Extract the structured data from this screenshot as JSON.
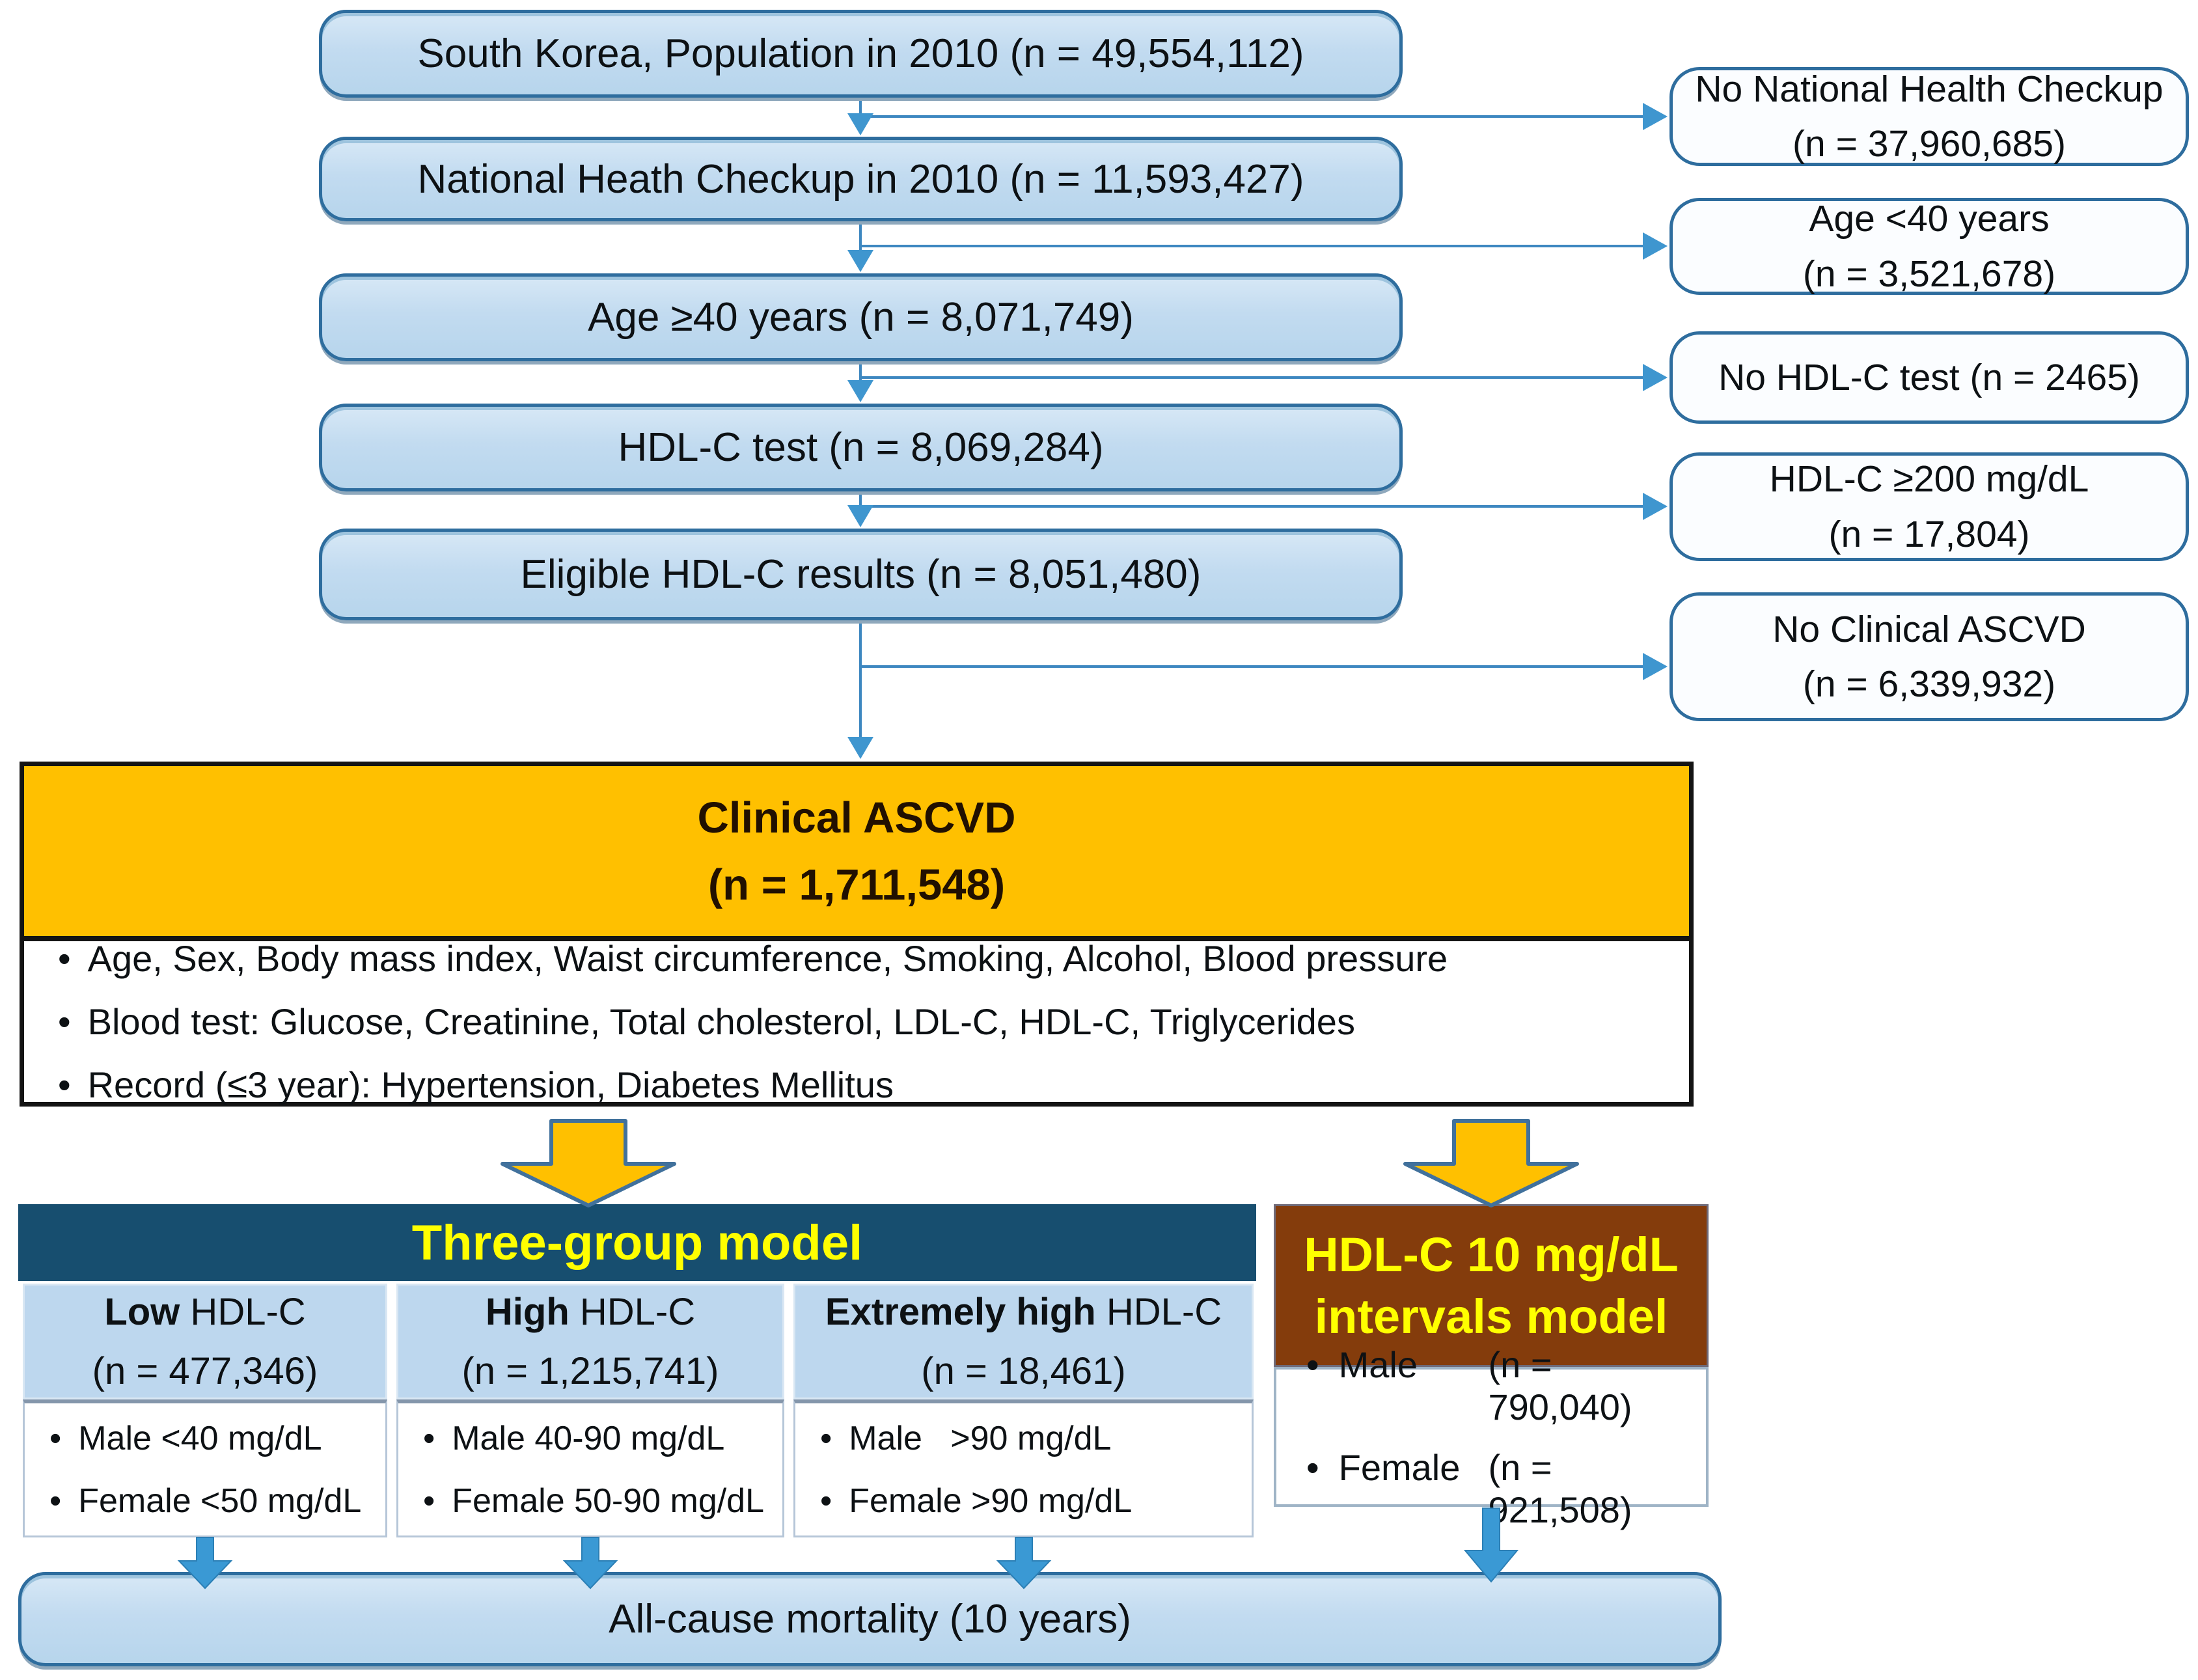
{
  "flow": {
    "steps": [
      {
        "label": "South Korea, Population in 2010 (n = 49,554,112)"
      },
      {
        "label": "National Heath Checkup in 2010 (n = 11,593,427)"
      },
      {
        "label": "Age ≥40 years (n = 8,071,749)"
      },
      {
        "label": "HDL-C test (n = 8,069,284)"
      },
      {
        "label": "Eligible HDL-C results (n = 8,051,480)"
      }
    ],
    "exclusions": [
      {
        "lines": [
          "No National Health Checkup",
          "(n = 37,960,685)"
        ]
      },
      {
        "lines": [
          "Age <40 years",
          "(n = 3,521,678)"
        ]
      },
      {
        "lines": [
          "No HDL-C test (n = 2465)"
        ]
      },
      {
        "lines": [
          "HDL-C ≥200 mg/dL",
          "(n = 17,804)"
        ]
      },
      {
        "lines": [
          "No Clinical ASCVD",
          "(n = 6,339,932)"
        ]
      }
    ]
  },
  "cohort": {
    "title": "Clinical ASCVD",
    "n_label": "(n = 1,711,548)",
    "covariates": [
      "Age, Sex, Body mass index, Waist circumference, Smoking, Alcohol, Blood pressure",
      "Blood test: Glucose, Creatinine, Total cholesterol, LDL-C, HDL-C, Triglycerides",
      "Record (≤3 year): Hypertension, Diabetes Mellitus"
    ]
  },
  "three_group_model": {
    "title": "Three-group model",
    "groups": [
      {
        "name_bold": "Low",
        "name_rest": " HDL-C",
        "n_label": "(n = 477,346)",
        "criteria": [
          "Male <40 mg/dL",
          "Female <50 mg/dL"
        ]
      },
      {
        "name_bold": "High",
        "name_rest": " HDL-C",
        "n_label": "(n = 1,215,741)",
        "criteria": [
          "Male 40-90 mg/dL",
          "Female 50-90 mg/dL"
        ]
      },
      {
        "name_bold": "Extremely high",
        "name_rest": " HDL-C",
        "n_label": "(n = 18,461)",
        "criteria": [
          "Male   >90 mg/dL",
          "Female >90 mg/dL"
        ]
      }
    ]
  },
  "intervals_model": {
    "title_lines": [
      "HDL-C 10 mg/dL",
      "intervals model"
    ],
    "groups": [
      {
        "label": "Male",
        "n_label": "(n = 790,040)"
      },
      {
        "label": "Female",
        "n_label": "(n = 921,508)"
      }
    ]
  },
  "outcome": {
    "label": "All-cause mortality (10 years)"
  },
  "colors": {
    "step_fill": "#bdd7ee",
    "step_border": "#2e6d9e",
    "cohort_fill": "#ffc000",
    "three_group_header_fill": "#174e6f",
    "intervals_header_fill": "#843c0c",
    "model_title_text": "#ffff00",
    "connector": "#3d87c0",
    "block_arrow_fill": "#ffc000",
    "block_arrow_outline": "#41719c",
    "flow_arrow_fill": "#3a99d4"
  }
}
